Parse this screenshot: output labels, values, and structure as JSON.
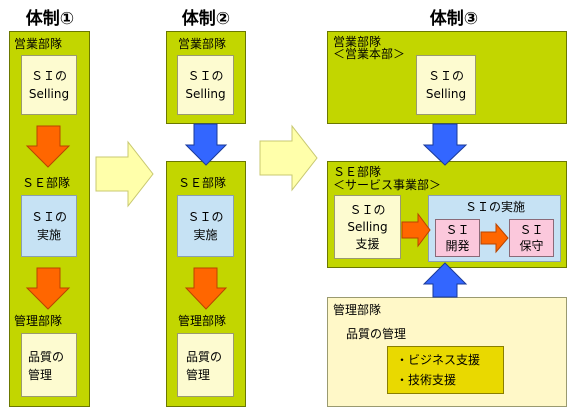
{
  "taisei1": {
    "title": "体制①",
    "eigyo_label": "営業部隊",
    "si_selling": [
      "ＳＩの",
      "Selling"
    ],
    "se_label": "ＳＥ部隊",
    "si_jissi": [
      "ＳＩの",
      "実施"
    ],
    "kanri_label": "管理部隊",
    "hinshitsu": [
      "品質の",
      "管理"
    ]
  },
  "taisei2": {
    "title": "体制②",
    "eigyo_label": "営業部隊",
    "si_selling": [
      "ＳＩの",
      "Selling"
    ],
    "se_label": "ＳＥ部隊",
    "si_jissi": [
      "ＳＩの",
      "実施"
    ],
    "kanri_label": "管理部隊",
    "hinshitsu": [
      "品質の",
      "管理"
    ]
  },
  "taisei3": {
    "title": "体制③",
    "eigyo_label": [
      "営業部隊",
      "＜営業本部＞"
    ],
    "si_selling": [
      "ＳＩの",
      "Selling"
    ],
    "se_label": [
      "ＳＥ部隊",
      "＜サービス事業部＞"
    ],
    "si_selling_support": [
      "ＳＩの",
      "Selling",
      "支援"
    ],
    "si_jissi_label": "ＳＩの実施",
    "kaihatsu": [
      "ＳＩ",
      "開発"
    ],
    "hoshu": [
      "ＳＩ",
      "保守"
    ],
    "kanri_label": "管理部隊",
    "hinshitsu_label": "品質の管理",
    "support_items": [
      "・ビジネス支援",
      "・技術支援"
    ]
  },
  "colors": {
    "unit_green": "#c2d600",
    "task_blue": "#c6e2f4",
    "quality_cream": "#fdfbd0",
    "arrow_orange": "#ff6600",
    "arrow_blue": "#3366ff",
    "transition_yellow": "#ffffaa"
  }
}
